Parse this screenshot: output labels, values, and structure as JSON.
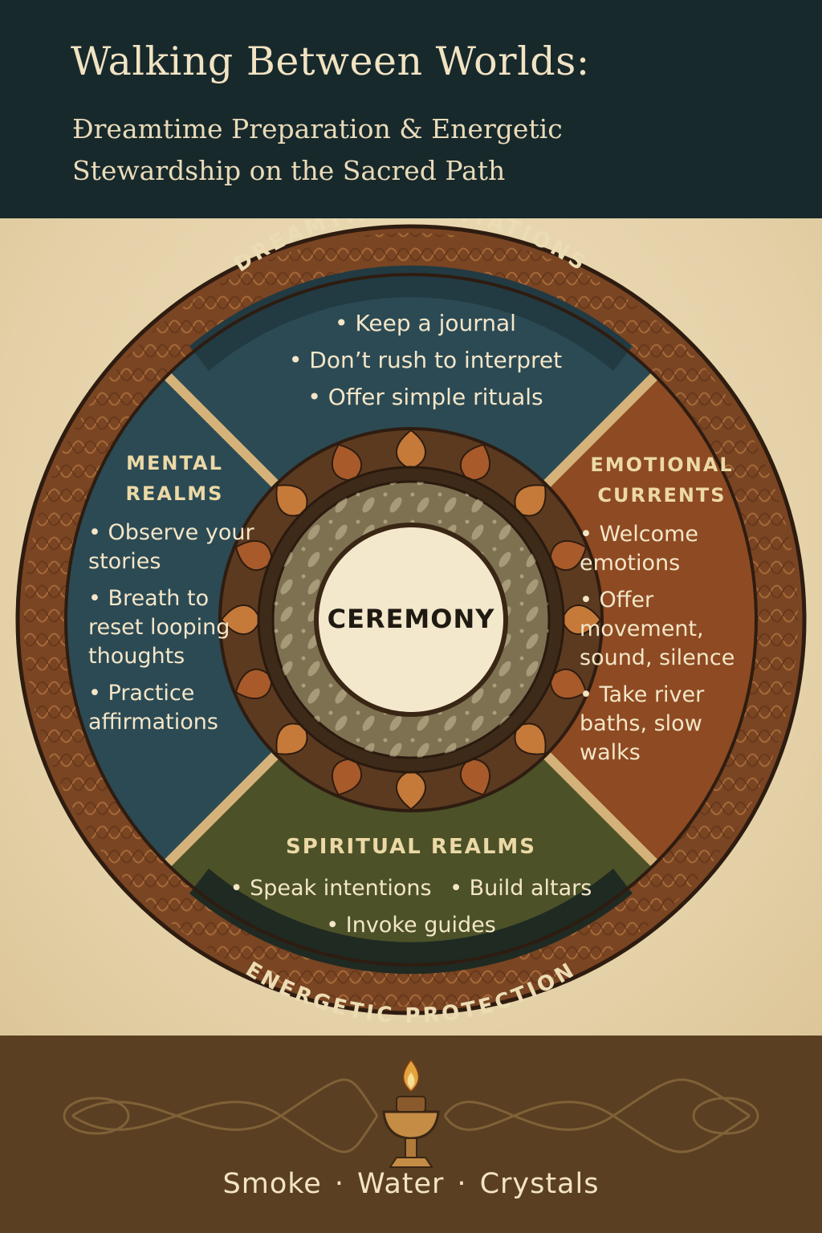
{
  "header": {
    "title": "Walking Between Worlds:",
    "subtitle_line1": "Ɖreamtime Preparation & Energetic",
    "subtitle_line2": "Stewardship on the Sacred Path"
  },
  "wheel": {
    "top_arc_label": "DREAMTIME INVITATIONS",
    "bottom_arc_label": "ENERGETIC PROTECTION",
    "center_label": "CEREMONY",
    "dreamtime": {
      "items": [
        "Keep a journal",
        "Don’t rush to interpret",
        "Offer simple rituals"
      ]
    },
    "mental": {
      "heading_line1": "MENTAL",
      "heading_line2": "REALMS",
      "items": [
        "Observe your stories",
        "Breath to reset looping thoughts",
        "Practice affirmations"
      ]
    },
    "emotional": {
      "heading_line1": "EMOTIONAL",
      "heading_line2": "CURRENTS",
      "items": [
        "Welcome emotions",
        "Offer movement, sound, silence",
        "Take river baths, slow walks"
      ]
    },
    "spiritual": {
      "heading": "SPIRITUAL REALMS",
      "items": [
        "Speak intentions",
        "Build altars",
        "Invoke guides"
      ]
    }
  },
  "footer": {
    "items": [
      "Smoke",
      "Water",
      "Crystals"
    ],
    "separator": "·"
  },
  "colors": {
    "header_bg": "#18292c",
    "parchment": "#e8d6b0",
    "teal_quadrant": "#2c4a54",
    "rust_quadrant": "#8e4a22",
    "olive_quadrant": "#4c5128",
    "border_copper": "#7a4523",
    "footer_bg": "#5a3f22",
    "text_cream": "#f1e3c2"
  }
}
